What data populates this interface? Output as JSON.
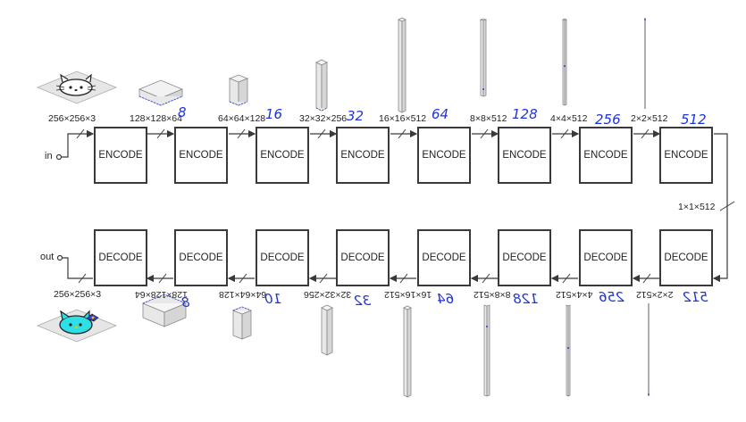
{
  "encoder": {
    "label": "ENCODE",
    "input_label": "in",
    "dims": [
      "256×256×3",
      "128×128×64",
      "64×64×128",
      "32×32×256",
      "16×16×512",
      "8×8×512",
      "4×4×512",
      "2×2×512"
    ],
    "handwritten": [
      "8",
      "16",
      "32",
      "64",
      "128",
      "256",
      "512"
    ]
  },
  "bottleneck": {
    "dim": "1×1×512"
  },
  "decoder": {
    "label": "DECODE",
    "output_label": "out",
    "output_dim": "256×256×3",
    "mirrored_dims": [
      "128×128×64",
      "64×64×128",
      "32×32×256",
      "16×16×512",
      "8×8×512",
      "4×4×512",
      "2×2×512"
    ],
    "handwritten": [
      "8",
      "10",
      "32",
      "64",
      "128",
      "256",
      "512"
    ]
  },
  "colors": {
    "ink": "#3a3a3a",
    "handwriting": "#1f35d6",
    "face_fill": "#2ee0e6",
    "bow_fill": "#3a3ad8",
    "block_fill": "#e8e8e8"
  },
  "icons": {
    "input_image": "hello-kitty-outline-icon",
    "output_image": "hello-kitty-colored-icon"
  }
}
